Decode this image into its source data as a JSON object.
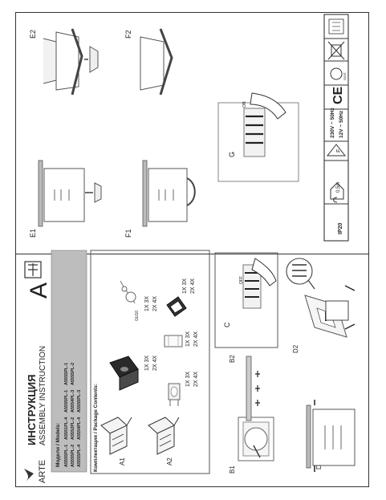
{
  "header": {
    "brand": "ARTE",
    "title_ru": "ИНСТРУКЦИЯ",
    "title_en": "ASSEMBLY INSTRUCTION",
    "big_letter": "A",
    "models_label": "Модели / Models:",
    "models_col1": [
      "A5555PL-1",
      "A5555PL-2",
      "A5555PL-4"
    ],
    "models_col2": [
      "A5551PL-4",
      "A5552PL-2",
      "A5554PL-4"
    ],
    "models_col3": [
      "A5555PL-1",
      "A5554PL-3",
      "A5555PL-3"
    ],
    "models_col4": [
      "A5555PL-1",
      "A5555PL-2"
    ]
  },
  "package": {
    "label": "Комплектация / Package Contents:",
    "a1": "A1",
    "a2": "A2",
    "gu10": "GU10",
    "qty1": [
      "1X  3X",
      "2X  4X"
    ],
    "qty2": [
      "1X  3X",
      "2X  4X"
    ],
    "qty3": [
      "1X  3X",
      "2X  4X"
    ],
    "qty4": [
      "1X  3X",
      "2X  4X"
    ],
    "qty5": [
      "1X  3X",
      "2X  4X"
    ]
  },
  "steps": {
    "b1": "B1",
    "b2": "B2",
    "c": "C",
    "off": "OFF",
    "d1": "D1",
    "d2": "D2",
    "e1": "E1",
    "e2": "E2",
    "f1": "F1",
    "f2": "F2",
    "g": "G",
    "on": "ON"
  },
  "specs": {
    "ip": "IP20",
    "cable": "0,5m",
    "voltage1": "230V ~ 50Hz",
    "voltage2": "12V ~ 50Hz",
    "f_mark": "F",
    "ce": "CE",
    "gost": "GOST"
  }
}
